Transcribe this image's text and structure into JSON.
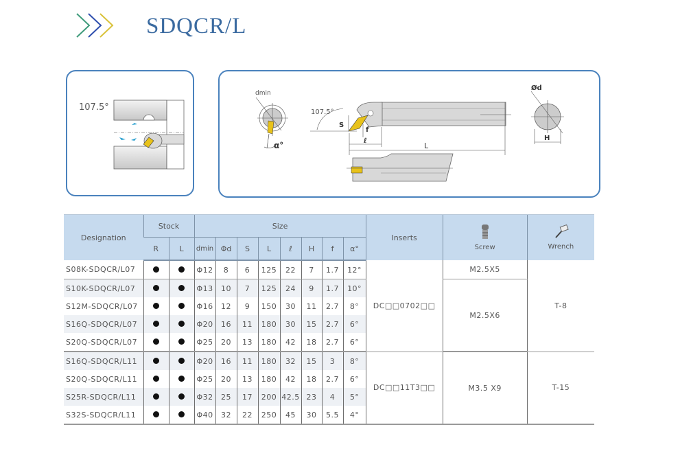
{
  "header": {
    "title": "SDQCR/L"
  },
  "left_panel": {
    "angle_label": "107.5°"
  },
  "right_panel": {
    "dmin_label": "dmin",
    "alpha_label": "α°",
    "angle_label": "107.5°",
    "s_label": "S",
    "f_label": "f",
    "l_small_label": "ℓ",
    "l_label": "L",
    "od_label": "Ød",
    "h_label": "H"
  },
  "colors": {
    "accent": "#3a6aa0",
    "panel_border": "#4a82bd",
    "header_bg": "#c6daee",
    "insert": "#e8c21a"
  },
  "table": {
    "headers": {
      "designation": "Designation",
      "stock": "Stock",
      "size": "Size",
      "inserts": "Inserts",
      "screw": "Screw",
      "wrench": "Wrench",
      "sub": [
        "R",
        "L",
        "dmin",
        "Φd",
        "S",
        "L",
        "ℓ",
        "H",
        "f",
        "α°"
      ]
    },
    "rows": [
      {
        "designation": "S08K-SDQCR/L07",
        "r": true,
        "l": true,
        "dmin": "Φ12",
        "d": "8",
        "s": "6",
        "L": "125",
        "l_small": "22",
        "h": "7",
        "f": "1.7",
        "alpha": "12°"
      },
      {
        "designation": "S10K-SDQCR/L07",
        "r": true,
        "l": true,
        "dmin": "Φ13",
        "d": "10",
        "s": "7",
        "L": "125",
        "l_small": "24",
        "h": "9",
        "f": "1.7",
        "alpha": "10°"
      },
      {
        "designation": "S12M-SDQCR/L07",
        "r": true,
        "l": true,
        "dmin": "Φ16",
        "d": "12",
        "s": "9",
        "L": "150",
        "l_small": "30",
        "h": "11",
        "f": "2.7",
        "alpha": "8°"
      },
      {
        "designation": "S16Q-SDQCR/L07",
        "r": true,
        "l": true,
        "dmin": "Φ20",
        "d": "16",
        "s": "11",
        "L": "180",
        "l_small": "30",
        "h": "15",
        "f": "2.7",
        "alpha": "6°"
      },
      {
        "designation": "S20Q-SDQCR/L07",
        "r": true,
        "l": true,
        "dmin": "Φ25",
        "d": "20",
        "s": "13",
        "L": "180",
        "l_small": "42",
        "h": "18",
        "f": "2.7",
        "alpha": "6°"
      },
      {
        "designation": "S16Q-SDQCR/L11",
        "r": true,
        "l": true,
        "dmin": "Φ20",
        "d": "16",
        "s": "11",
        "L": "180",
        "l_small": "32",
        "h": "15",
        "f": "3",
        "alpha": "8°"
      },
      {
        "designation": "S20Q-SDQCR/L11",
        "r": true,
        "l": true,
        "dmin": "Φ25",
        "d": "20",
        "s": "13",
        "L": "180",
        "l_small": "42",
        "h": "18",
        "f": "2.7",
        "alpha": "6°"
      },
      {
        "designation": "S25R-SDQCR/L11",
        "r": true,
        "l": true,
        "dmin": "Φ32",
        "d": "25",
        "s": "17",
        "L": "200",
        "l_small": "42.5",
        "h": "23",
        "f": "4",
        "alpha": "5°"
      },
      {
        "designation": "S32S-SDQCR/L11",
        "r": true,
        "l": true,
        "dmin": "Φ40",
        "d": "32",
        "s": "22",
        "L": "250",
        "l_small": "45",
        "h": "30",
        "f": "5.5",
        "alpha": "4°"
      }
    ],
    "groups": [
      {
        "insert": "DC□□0702□□",
        "screws": [
          "M2.5X5",
          "M2.5X6"
        ],
        "wrench": "T-8"
      },
      {
        "insert": "DC□□11T3□□",
        "screws": [
          "M3.5 X9"
        ],
        "wrench": "T-15"
      }
    ]
  }
}
